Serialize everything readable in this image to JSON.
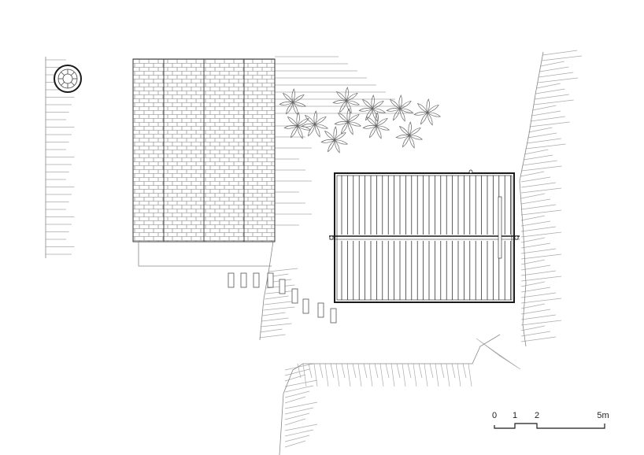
{
  "scale_bar": {
    "labels": [
      "0",
      "1",
      "2",
      "5m"
    ]
  },
  "colors": {
    "line": "#1a1a1a",
    "light_line": "#9a9a9a",
    "background": "#ffffff"
  }
}
